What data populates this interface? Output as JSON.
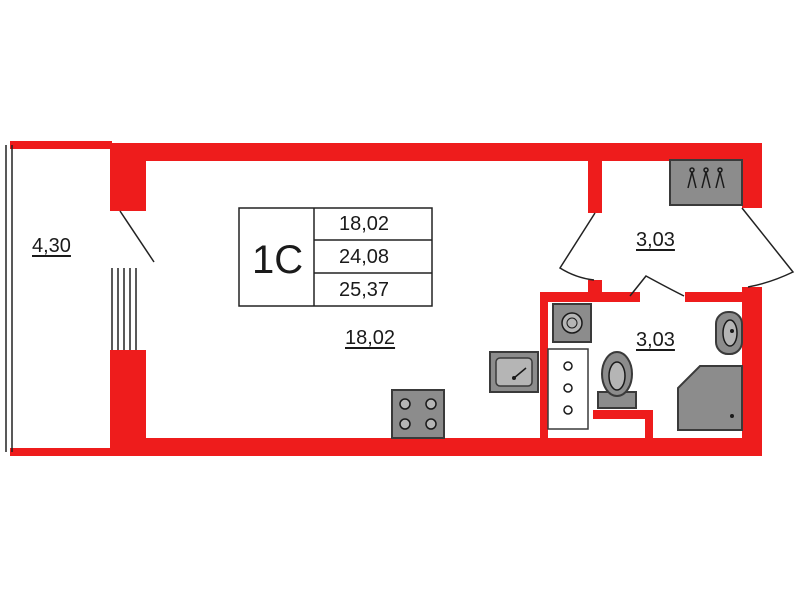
{
  "colors": {
    "wall": "#ee1c1c",
    "fixture_fill": "#8c8c8c",
    "fixture_stroke": "#3a3a3a",
    "line": "#222222",
    "text": "#1a1a1a"
  },
  "info_box": {
    "type_code": "1C",
    "living_area": "18,02",
    "total_area": "24,08",
    "total_area_with_balcony": "25,37"
  },
  "rooms": {
    "main_room_area": "18,02",
    "hallway_area": "3,03",
    "bathroom_area": "3,03",
    "balcony_area": "4,30"
  },
  "icons": {
    "kitchen_sink": "sink-icon",
    "stove": "stove-icon",
    "washing_machine": "washing-machine-icon",
    "toilet": "toilet-icon",
    "wash_basin": "basin-icon",
    "shower": "shower-icon",
    "wardrobe": "wardrobe-icon"
  }
}
